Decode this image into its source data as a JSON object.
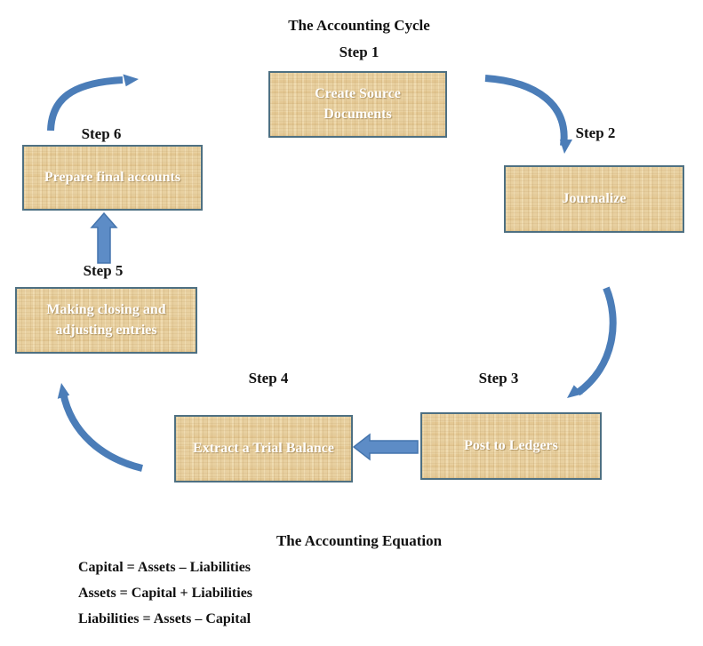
{
  "cycle": {
    "title": "The Accounting Cycle",
    "steps": [
      {
        "label": "Step 1",
        "box": "Create Source Documents"
      },
      {
        "label": "Step 2",
        "box": "Journalize"
      },
      {
        "label": "Step 3",
        "box": "Post to Ledgers"
      },
      {
        "label": "Step 4",
        "box": "Extract a Trial Balance"
      },
      {
        "label": "Step 5",
        "box": "Making closing and adjusting entries"
      },
      {
        "label": "Step 6",
        "box": "Prepare final accounts"
      }
    ]
  },
  "equation": {
    "title": "The Accounting Equation",
    "lines": [
      "Capital = Assets – Liabilities",
      "Assets = Capital + Liabilities",
      "Liabilities = Assets – Capital"
    ]
  },
  "colors": {
    "box_fill": "#e8d0a0",
    "box_border": "#4e7082",
    "curved_arrow": "#4b7db8",
    "straight_arrow_fill": "#5d8cc6",
    "straight_arrow_border": "#4575ad",
    "box_text": "#ffffff",
    "label_text": "#111111"
  }
}
